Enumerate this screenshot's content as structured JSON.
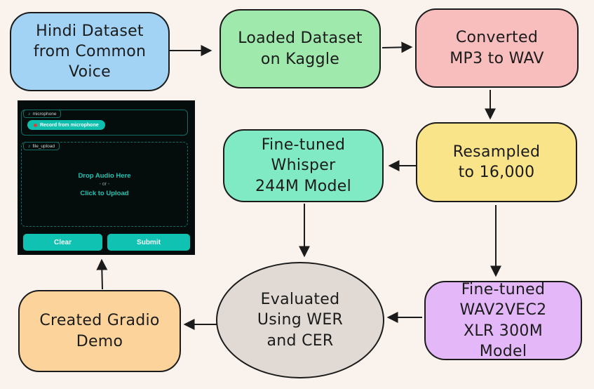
{
  "colors": {
    "background": "#faf2ec",
    "ink": "#1b1b1b",
    "gradio_background": "#040c0c",
    "gradio_accent": "#10c2b1",
    "gradio_border_teal": "#0f6f66",
    "gradio_text_teal": "#1fc5b4",
    "record_dot_red": "#dd4136"
  },
  "flowchart": {
    "nodes": [
      {
        "id": "hindi-dataset",
        "label": "Hindi Dataset from Common Voice",
        "fill": "#a2d3f5",
        "shape": "rounded-rect"
      },
      {
        "id": "loaded-kaggle",
        "label": "Loaded Dataset on Kaggle",
        "fill": "#9fe9ad",
        "shape": "rounded-rect"
      },
      {
        "id": "converted-wav",
        "label": "Converted MP3 to WAV",
        "fill": "#f8bdbd",
        "shape": "rounded-rect"
      },
      {
        "id": "resampled",
        "label": "Resampled to 16,000",
        "fill": "#fae48a",
        "shape": "rounded-rect"
      },
      {
        "id": "whisper-model",
        "label": "Fine-tuned Whisper 244M Model",
        "fill": "#80eac5",
        "shape": "rounded-rect"
      },
      {
        "id": "wav2vec-model",
        "label": "Fine-tuned WAV2VEC2 XLR 300M Model",
        "fill": "#e4b8f8",
        "shape": "rounded-rect"
      },
      {
        "id": "evaluated",
        "label": "Evaluated Using WER and CER",
        "fill": "#e1dad4",
        "shape": "ellipse"
      },
      {
        "id": "gradio-demo",
        "label": "Created Gradio Demo",
        "fill": "#fcd49b",
        "shape": "rounded-rect"
      }
    ],
    "edges": [
      {
        "from": "hindi-dataset",
        "to": "loaded-kaggle"
      },
      {
        "from": "loaded-kaggle",
        "to": "converted-wav"
      },
      {
        "from": "converted-wav",
        "to": "resampled"
      },
      {
        "from": "resampled",
        "to": "whisper-model"
      },
      {
        "from": "resampled",
        "to": "wav2vec-model"
      },
      {
        "from": "whisper-model",
        "to": "evaluated"
      },
      {
        "from": "wav2vec-model",
        "to": "evaluated"
      },
      {
        "from": "evaluated",
        "to": "gradio-demo"
      },
      {
        "from": "gradio-demo",
        "to": "gradio-screenshot"
      }
    ]
  },
  "gradio_panel": {
    "microphone_tab": "microphone",
    "microphone_tab_icon": "music-note",
    "record_button": "Record from microphone",
    "record_icon": "record-dot",
    "file_upload_tab": "file_upload",
    "file_upload_tab_icon": "music-note",
    "dropzone_line1": "Drop Audio Here",
    "dropzone_line2": "- or -",
    "dropzone_line3": "Click to Upload",
    "clear_button": "Clear",
    "submit_button": "Submit"
  },
  "icons": {
    "music_note": "♪",
    "record_dot": "●"
  }
}
